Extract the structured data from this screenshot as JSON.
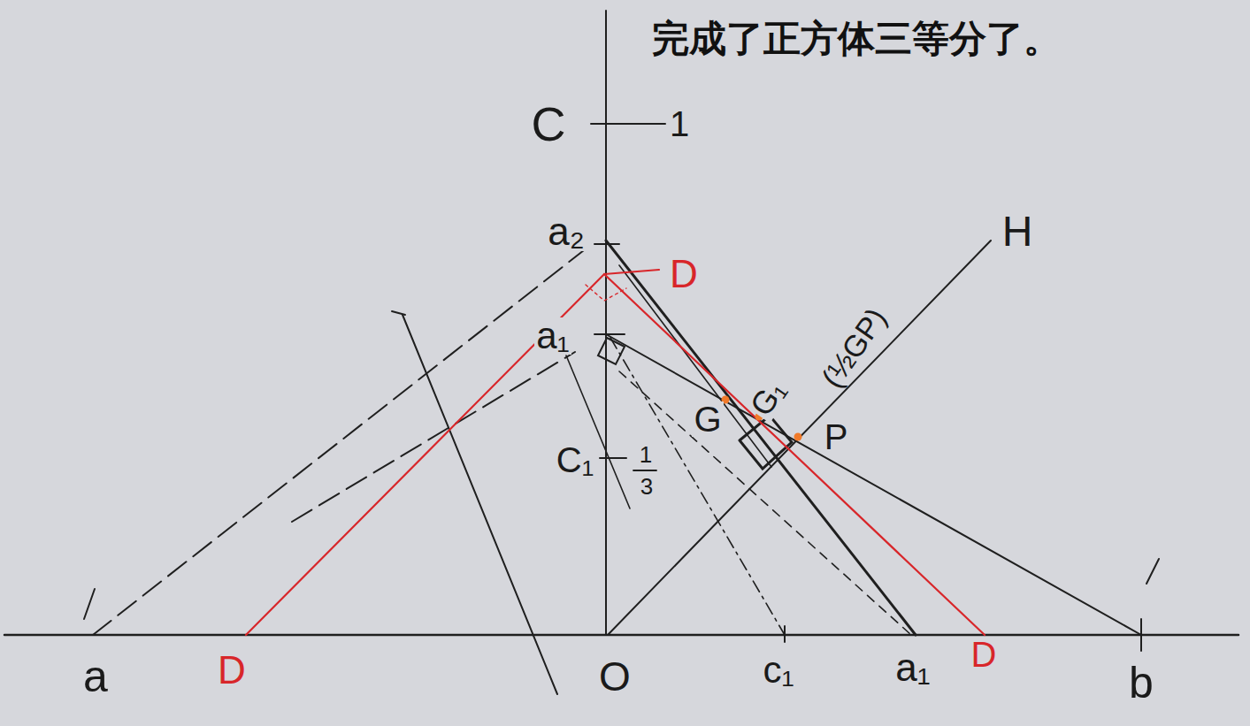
{
  "diagram": {
    "labels": [
      "完成了正方体三等分了。",
      "C",
      "1",
      "a₂",
      "D",
      "a₁",
      "G",
      "G₁",
      "(½GP)",
      "P",
      "H",
      "C₁",
      "1",
      "3",
      "a",
      "D",
      "O",
      "c₁",
      "a₁",
      "D",
      "b"
    ]
  }
}
